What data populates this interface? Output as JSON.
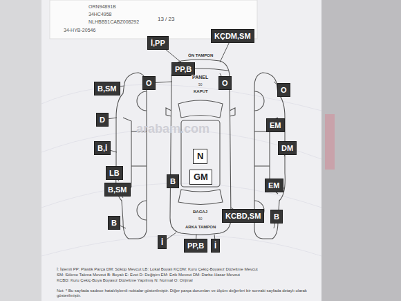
{
  "diagram": {
    "nodes": [
      {
        "text": [
          "KÇDM,SM"
        ]
      },
      {
        "text": [
          "İ,PP"
        ]
      },
      {
        "text": [
          "PP,B"
        ]
      },
      {
        "text": [
          "O"
        ]
      },
      {
        "text": [
          "O"
        ]
      },
      {
        "text": [
          "O"
        ]
      },
      {
        "text": [
          "B,SM"
        ]
      },
      {
        "text": [
          "D"
        ]
      },
      {
        "text": [
          "EM"
        ]
      },
      {
        "text": [
          "B,İ"
        ]
      },
      {
        "text": [
          "DM"
        ]
      },
      {
        "text": [
          "N"
        ]
      },
      {
        "text": [
          "LB"
        ]
      },
      {
        "text": [
          "GM"
        ]
      },
      {
        "text": [
          "B"
        ]
      },
      {
        "text": [
          "EM"
        ]
      },
      {
        "text": [
          "B,SM"
        ]
      },
      {
        "text": [
          "KCBD,SM"
        ]
      },
      {
        "text": [
          "B"
        ]
      },
      {
        "text": [
          "B"
        ]
      },
      {
        "text": [
          "İ"
        ]
      },
      {
        "text": [
          "PP,B"
        ]
      },
      {
        "text": [
          "İ"
        ]
      }
    ],
    "labels": [
      "ORN94891B",
      "34HC4958",
      "NLHBB51CABZ008292",
      "34-HYB-20546",
      "13 / 23",
      "ÖN TAMPON",
      "PANEL",
      "50",
      "KAPUT",
      "BAGAJ",
      "50",
      "ARKA TAMPON",
      "arabam.com",
      "İ: İşlemli PP: Plastik Parça DM: Söküp Mevcut LB: Lokal Boyalı KÇDM: Kuru Çekiç-Boyasız Düzeltme Mevcut",
      "SM: Sökme Takma Mevcut B: Boyalı E: Evet D: Değişim EM: Ezik Mevcut DM: Darbe-Hasar Mevcut",
      "KCBD: Kuru Çekiç-Boya Boyasız Düzeltme Yapılmış N: Normal O: Orijinal",
      "Not: * Bu sayfada sadece hatalı/işlemli noktalar gösterilmiştir. Diğer parça durumları ve ölçüm değerleri bir sonraki sayfada detaylı olarak gösterilmiştir."
    ]
  }
}
